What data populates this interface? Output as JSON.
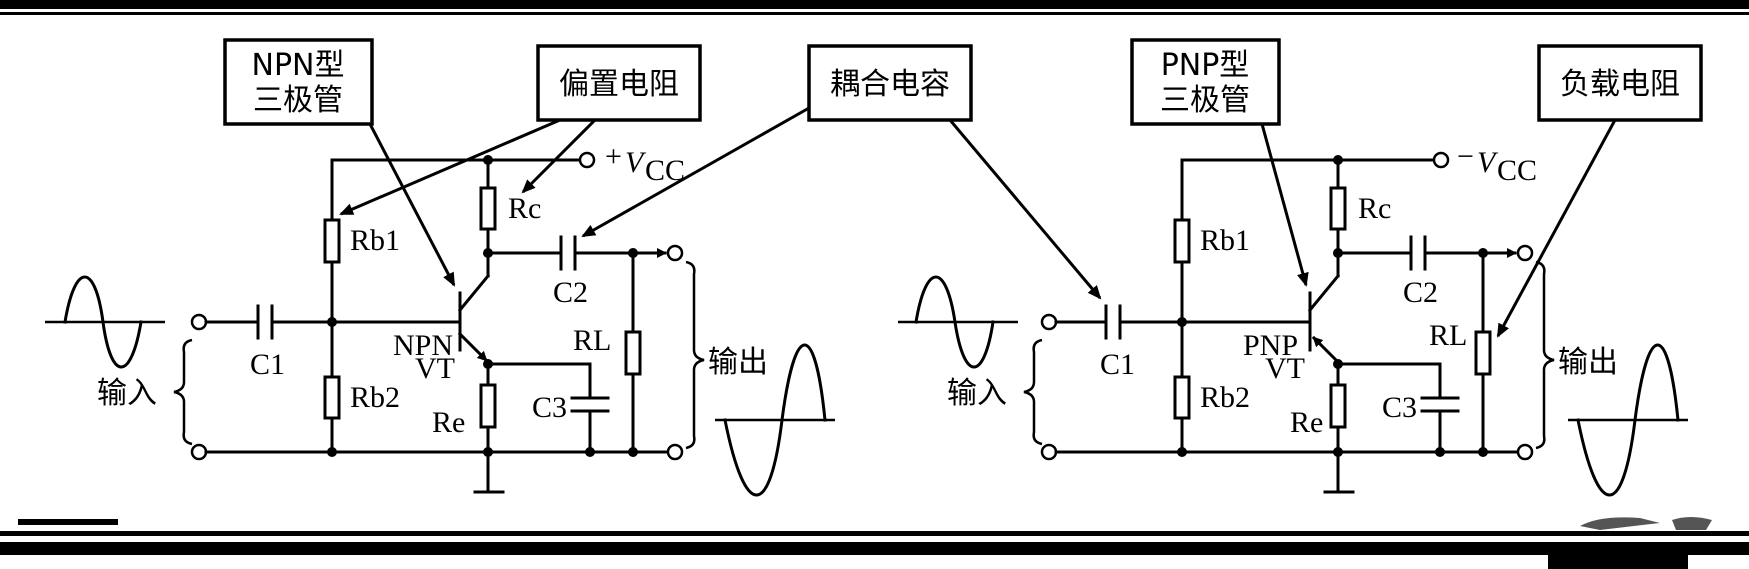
{
  "callouts": {
    "npn_type_line1": "NPN型",
    "npn_type_line2": "三极管",
    "bias_resistor": "偏置电阻",
    "coupling_capacitor": "耦合电容",
    "pnp_type_line1": "PNP型",
    "pnp_type_line2": "三极管",
    "load_resistor": "负载电阻"
  },
  "npn_circuit": {
    "supply_sign": "+",
    "supply_v": "V",
    "supply_sub": "CC",
    "rc": "Rc",
    "rb1": "Rb1",
    "rb2": "Rb2",
    "re": "Re",
    "c1": "C1",
    "c2": "C2",
    "c3": "C3",
    "rl": "RL",
    "transistor_type": "NPN",
    "transistor_name": "VT",
    "input": "输入",
    "output": "输出"
  },
  "pnp_circuit": {
    "supply_sign": "−",
    "supply_v": "V",
    "supply_sub": "CC",
    "rc": "Rc",
    "rb1": "Rb1",
    "rb2": "Rb2",
    "re": "Re",
    "c1": "C1",
    "c2": "C2",
    "c3": "C3",
    "rl": "RL",
    "transistor_type": "PNP",
    "transistor_name": "VT",
    "input": "输入",
    "output": "输出"
  }
}
